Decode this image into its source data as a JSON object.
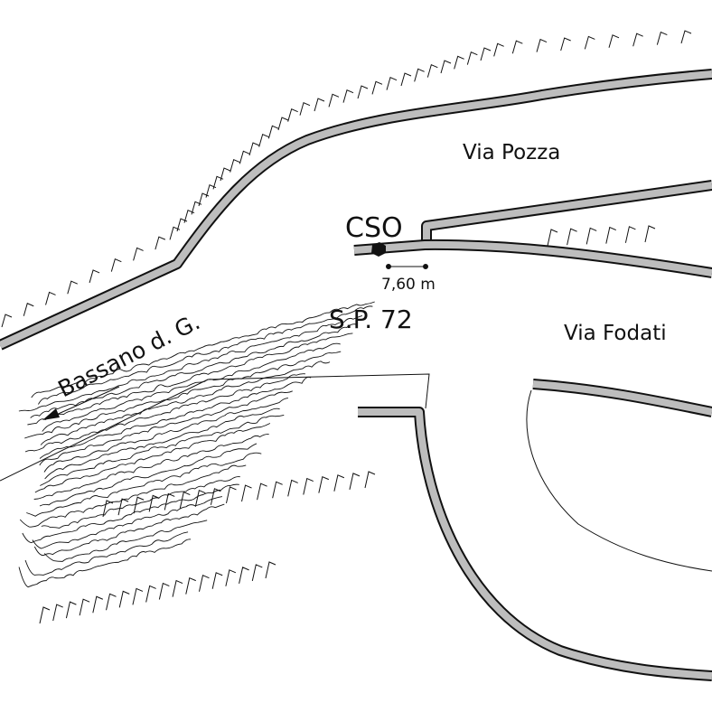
{
  "labels": {
    "via_pozza": "Via Pozza",
    "cso": "CSO",
    "distance": "7,60 m",
    "road_sp72": "S.P. 72",
    "via_fodati": "Via Fodati",
    "bassano": "Bassano d. G."
  },
  "colors": {
    "road_fill": "#bdbdbd",
    "outline": "#111111"
  }
}
